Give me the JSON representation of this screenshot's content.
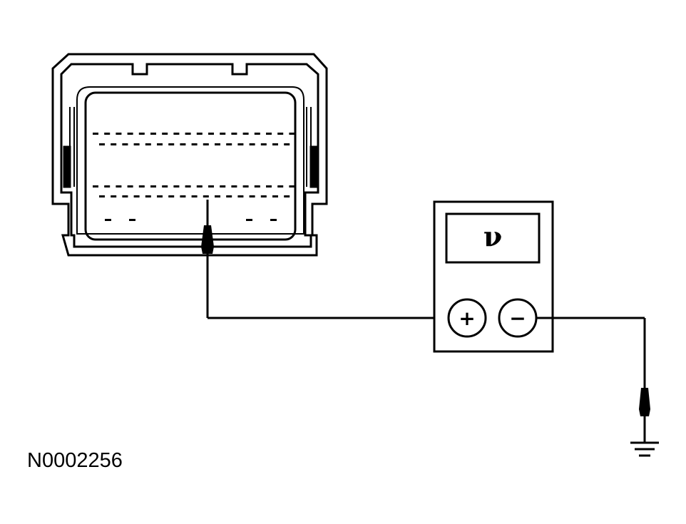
{
  "figure_id": "N0002256",
  "meter": {
    "display_symbol": "ν",
    "positive_symbol": "+",
    "negative_symbol": "−"
  },
  "connector": {
    "upper_row_a_pins": 18,
    "upper_row_b_pins": 17,
    "lower_row_a_pins": 18,
    "lower_row_b_pins": 17,
    "bottom_left_pins": 2,
    "bottom_right_pins": 2
  },
  "colors": {
    "line": "#000000",
    "background": "#ffffff"
  }
}
